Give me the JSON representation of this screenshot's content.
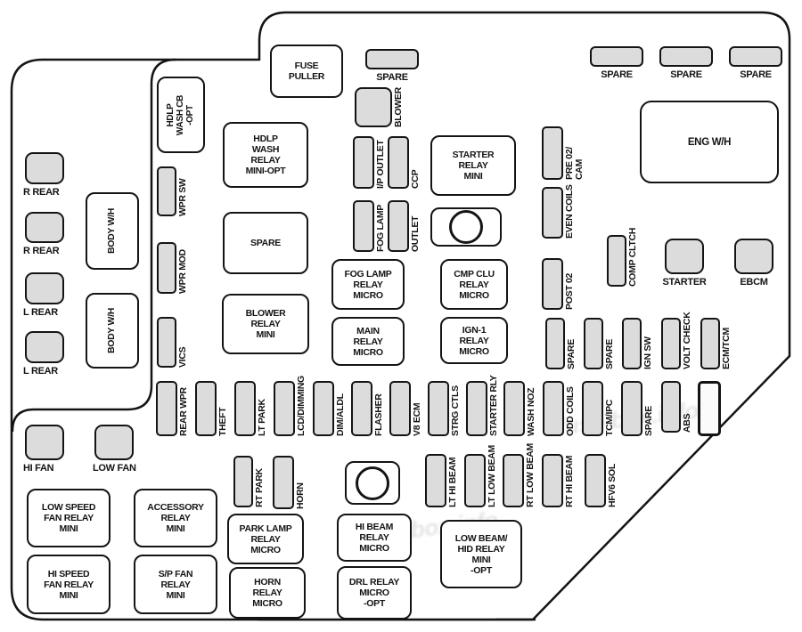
{
  "colors": {
    "fuse_fill": "#dcdcdc",
    "outline": "#141414",
    "panel_fill": "#ffffff"
  },
  "watermark": "fuse-box.info",
  "top": {
    "fuse_puller": "FUSE\nPULLER",
    "spare_mid": "SPARE",
    "blower": "BLOWER",
    "spares_right": [
      "SPARE",
      "SPARE",
      "SPARE"
    ],
    "eng_wh": "ENG W/H"
  },
  "left_strip": {
    "fuses": [
      "R REAR",
      "R REAR",
      "L REAR",
      "L REAR"
    ],
    "connectors": [
      "BODY W/H",
      "BODY W/H"
    ]
  },
  "left_column": {
    "cb_box": "HDLP\nWASH CB\n-OPT",
    "fuses": [
      "WPR SW",
      "WPR MOD",
      "VICS"
    ]
  },
  "left_relays": [
    "HDLP\nWASH\nRELAY\nMINI-OPT",
    "SPARE",
    "BLOWER\nRELAY\nMINI"
  ],
  "mid_fuses": [
    "I/P OUTLET",
    "CCP",
    "FOG LAMP",
    "OUTLET"
  ],
  "mid_relays": [
    "STARTER\nRELAY\nMINI",
    "FOG LAMP\nRELAY\nMICRO",
    "CMP CLU\nRELAY\nMICRO",
    "MAIN\nRELAY\nMICRO",
    "IGN-1\nRELAY\nMICRO"
  ],
  "right_column": [
    "PRE 02/\nCAM",
    "EVEN COILS",
    "POST 02",
    "COMP CLTCH"
  ],
  "right_squares": [
    "STARTER",
    "EBCM"
  ],
  "upper_row": [
    "SPARE",
    "SPARE",
    "IGN SW",
    "VOLT CHECK",
    "ECM/TCM"
  ],
  "main_row": [
    "REAR WPR",
    "THEFT",
    "LT PARK",
    "LCD/DIMMING",
    "DIM/ALDL",
    "FLASHER",
    "V8 ECM",
    "STRG CTLS",
    "STARTER RLY",
    "WASH NOZ",
    "ODD COILS",
    "TCM/IPC",
    "SPARE",
    "ABS"
  ],
  "beam_row": [
    "LT HI BEAM",
    "LT LOW BEAM",
    "RT LOW BEAM",
    "RT HI BEAM",
    "HFV6 SOL"
  ],
  "fan_area": {
    "fuses": [
      "HI FAN",
      "LOW FAN"
    ],
    "relays": [
      "LOW SPEED\nFAN RELAY\nMINI",
      "ACCESSORY\nRELAY\nMINI",
      "HI SPEED\nFAN RELAY\nMINI",
      "S/P FAN\nRELAY\nMINI"
    ]
  },
  "bottom_mid": {
    "fuses": [
      "RT PARK",
      "HORN"
    ],
    "relays": [
      "PARK LAMP\nRELAY\nMICRO",
      "HORN\nRELAY\nMICRO",
      "HI BEAM\nRELAY\nMICRO",
      "DRL RELAY\nMICRO\n-OPT",
      "LOW BEAM/\nHID RELAY\nMINI\n-OPT"
    ]
  }
}
